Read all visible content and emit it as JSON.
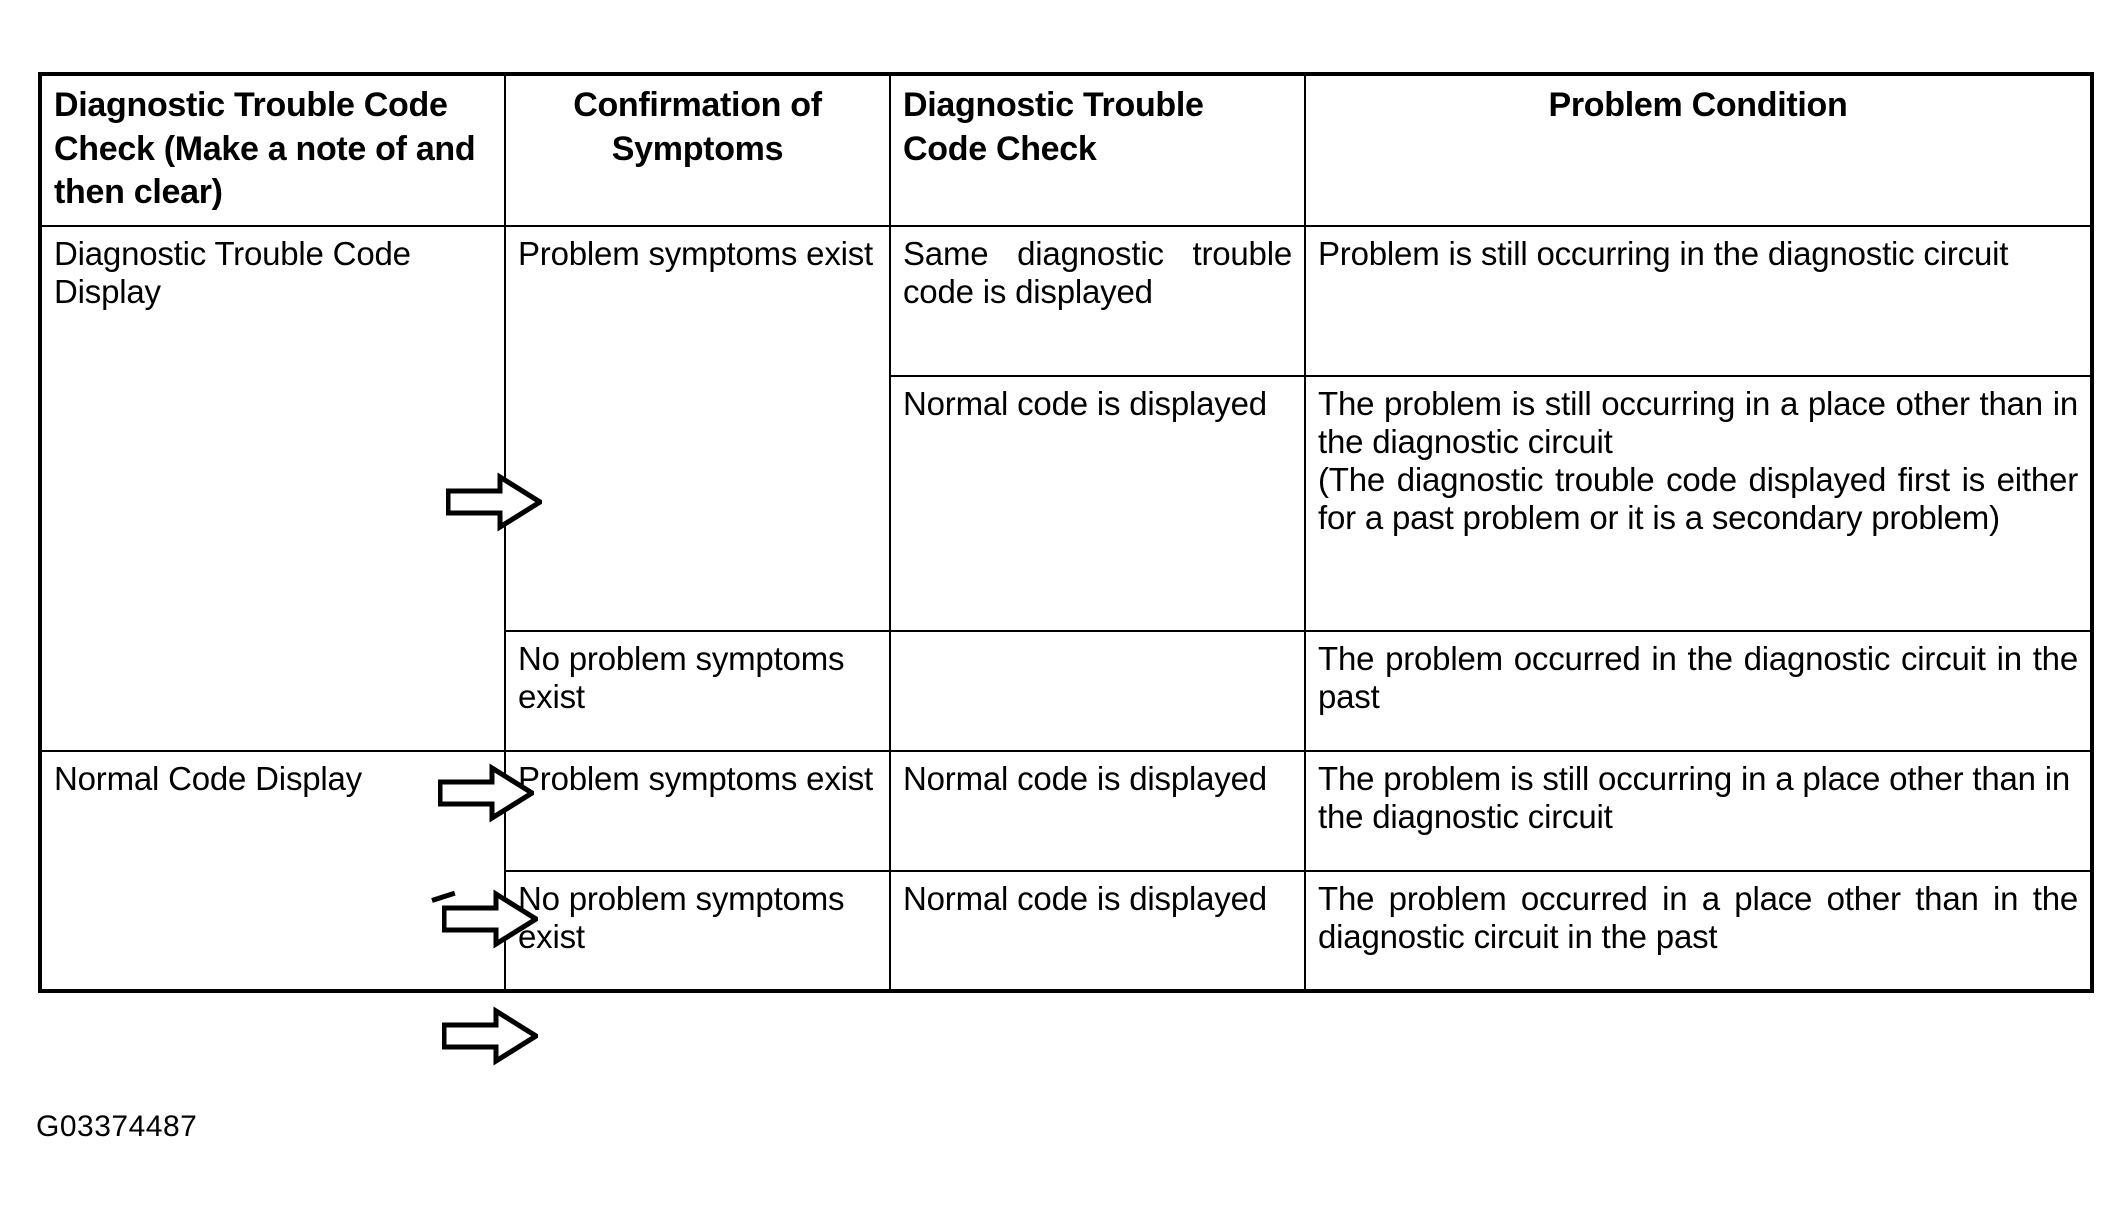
{
  "document": {
    "figure_code": "G03374487"
  },
  "table": {
    "headers": [
      "Diagnostic Trouble Code Check (Make a note of and then clear)",
      "Confirmation of Symptoms",
      "Diagnostic Trouble Code Check",
      "Problem Condition"
    ],
    "rows": [
      {
        "dtc_check_initial": "Diagnostic Trouble Code Display",
        "confirmation": "Problem symptoms exist",
        "dtc_check": "Same diagnostic trouble code is displayed",
        "problem_condition": "Problem is still occurring in the diagnostic circuit"
      },
      {
        "dtc_check_initial": "",
        "confirmation": "",
        "dtc_check": "Normal code is displayed",
        "problem_condition_line1": "The problem is still occurring in a place other than in the diagnostic circuit",
        "problem_condition_line2": "(The diagnostic trouble code displayed first is either for a past problem or it is a secondary problem)"
      },
      {
        "dtc_check_initial": "",
        "confirmation": "No problem symptoms exist",
        "dtc_check": "",
        "problem_condition": "The problem occurred in the diagnostic circuit in the past"
      },
      {
        "dtc_check_initial": "Normal Code Display",
        "confirmation": "Problem symptoms exist",
        "dtc_check": "Normal code is displayed",
        "problem_condition": "The problem is still occurring in a place other than in the diagnostic circuit"
      },
      {
        "dtc_check_initial": "",
        "confirmation": "No problem symptoms exist",
        "dtc_check": "Normal code is displayed",
        "problem_condition": "The problem occurred in a place other than in the diagnostic circuit in the past"
      }
    ]
  },
  "icons": {
    "arrow_1": "right-arrow-outline-icon",
    "arrow_2": "right-arrow-outline-icon",
    "arrow_3": "right-arrow-outline-icon",
    "arrow_4": "right-arrow-outline-icon"
  },
  "colors": {
    "ink": "#000000",
    "paper": "#ffffff"
  }
}
